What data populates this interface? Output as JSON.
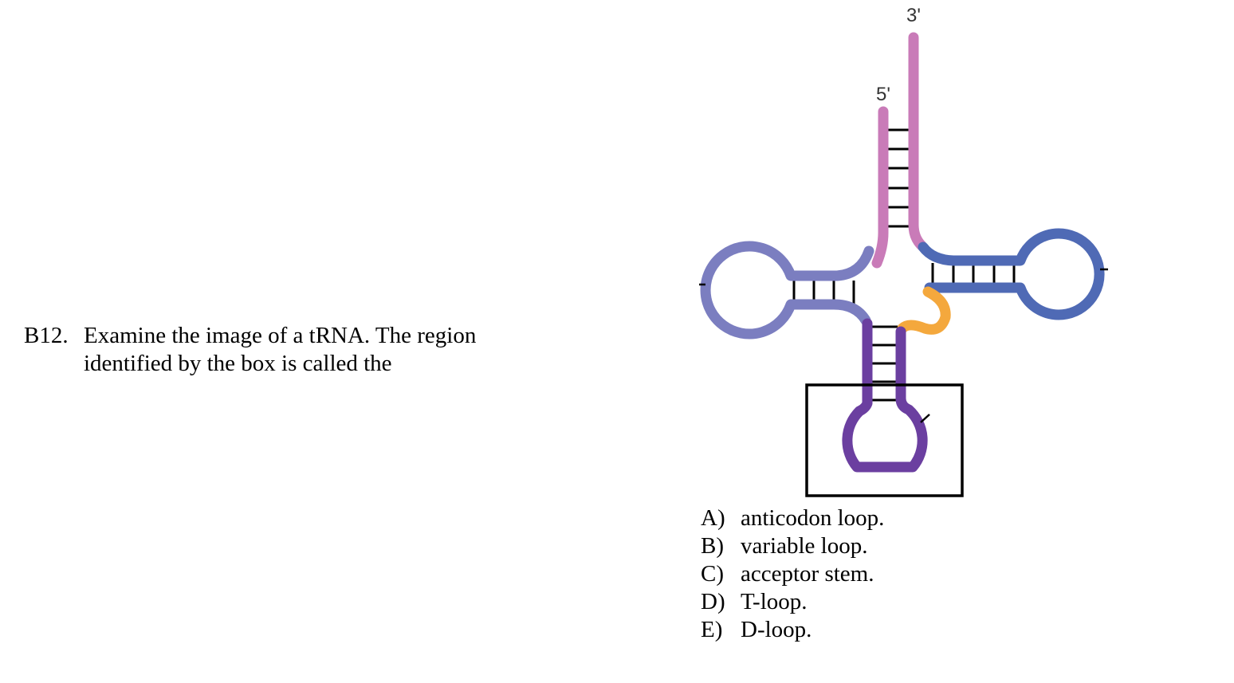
{
  "question": {
    "number": "B12.",
    "line1": "Examine the image of a tRNA.  The region",
    "line2": "identified by the box is called the"
  },
  "diagram": {
    "label_5prime": "5'",
    "label_3prime": "3'",
    "colors": {
      "acceptor": "#c97bb8",
      "d_arm": "#7b7ec0",
      "t_arm": "#4f6ab5",
      "variable": "#f4a83d",
      "anticodon": "#6b3fa0",
      "base_pair": "#000000",
      "box": "#000000"
    }
  },
  "choices": [
    {
      "letter": "A)",
      "text": "anticodon loop."
    },
    {
      "letter": "B)",
      "text": "variable loop."
    },
    {
      "letter": "C)",
      "text": "acceptor stem."
    },
    {
      "letter": "D)",
      "text": "T-loop."
    },
    {
      "letter": "E)",
      "text": "D-loop."
    }
  ]
}
